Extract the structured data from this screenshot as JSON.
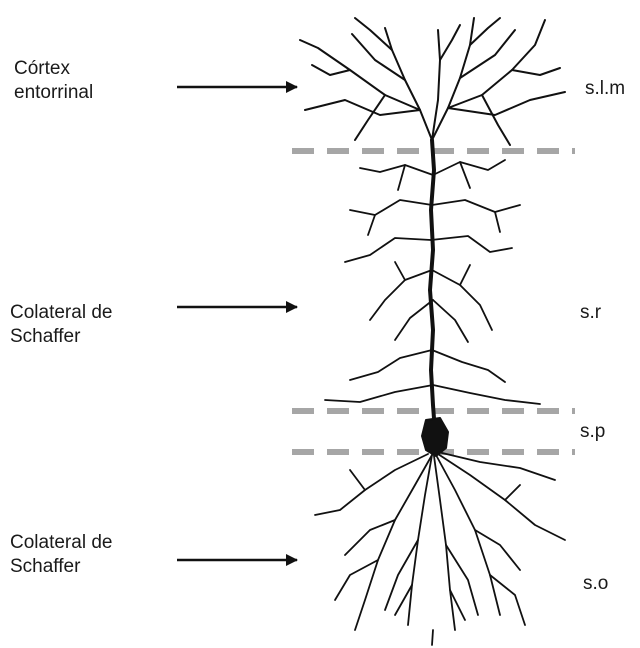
{
  "inputs": {
    "entorhinal": {
      "line1": "Córtex",
      "line2": "entorrinal"
    },
    "schaffer_upper": {
      "line1": "Colateral de",
      "line2": "Schaffer"
    },
    "schaffer_lower": {
      "line1": "Colateral de",
      "line2": "Schaffer"
    }
  },
  "layers": {
    "slm": "s.l.m",
    "sr": "s.r",
    "sp": "s.p",
    "so": "s.o"
  },
  "colors": {
    "text": "#1a1a1a",
    "neuron": "#111111",
    "boundary_lines": "#a6a6a6"
  }
}
